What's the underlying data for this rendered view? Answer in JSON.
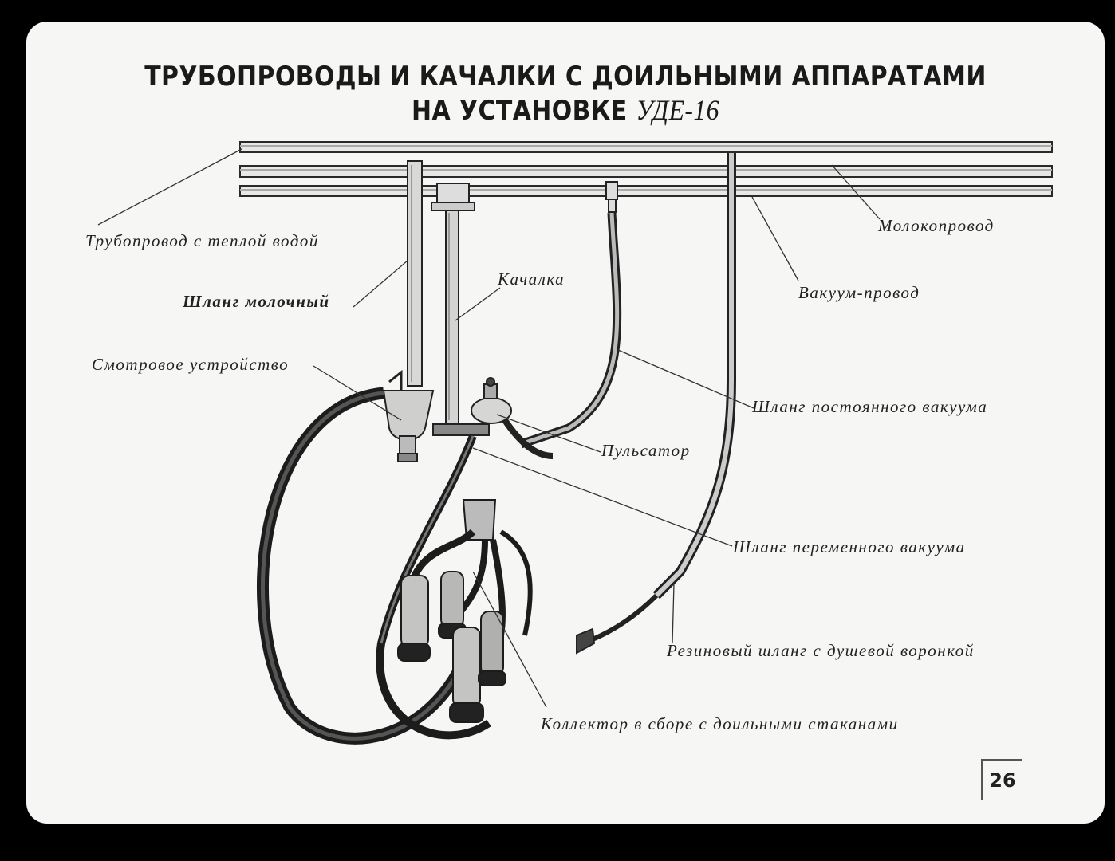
{
  "title": {
    "line1": "ТРУБОПРОВОДЫ И КАЧАЛКИ С ДОИЛЬНЫМИ АППАРАТАМИ",
    "line2_prefix": "НА УСТАНОВКЕ ",
    "line2_model": "УДЕ-16"
  },
  "labels": {
    "warm_water_pipe": "Трубопровод с теплой водой",
    "milk_pipe": "Молокопровод",
    "milk_hose": "Шланг молочный",
    "rocker": "Качалка",
    "vacuum_line": "Вакуум-провод",
    "sight_glass": "Смотровое устройство",
    "constant_vacuum_hose": "Шланг постоянного вакуума",
    "pulsator": "Пульсатор",
    "variable_vacuum_hose": "Шланг переменного вакуума",
    "rubber_hose_shower": "Резиновый шланг с душевой воронкой",
    "collector_assembly": "Коллектор в сборе с доильными стаканами"
  },
  "page_number": "26"
}
